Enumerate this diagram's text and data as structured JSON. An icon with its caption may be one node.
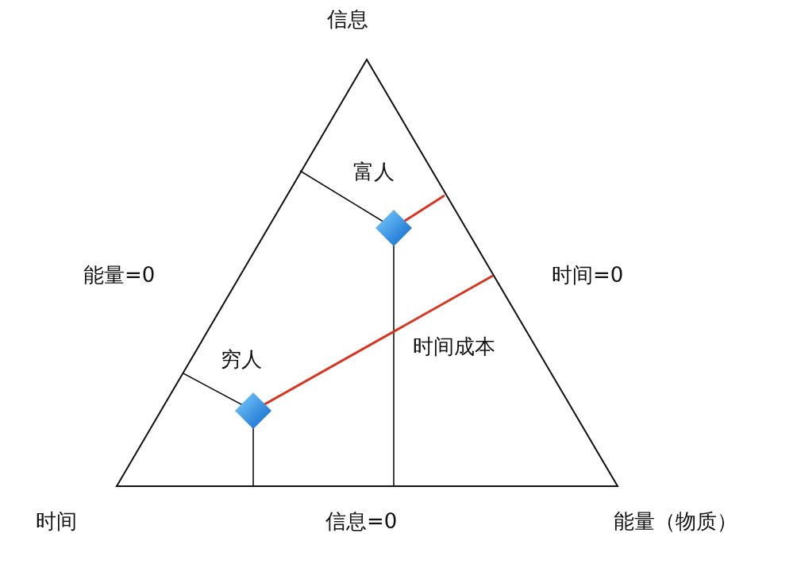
{
  "diagram": {
    "nodes": [
      {
        "text": [],
        "shape": "diamond",
        "beside": [
          "富人"
        ]
      },
      {
        "text": [],
        "shape": "diamond",
        "beside": [
          "穷人"
        ]
      }
    ],
    "labels": [
      "信息",
      "能量=0",
      "时间=0",
      "时间成本",
      "时间",
      "信息=0",
      "能量（物质）"
    ]
  }
}
